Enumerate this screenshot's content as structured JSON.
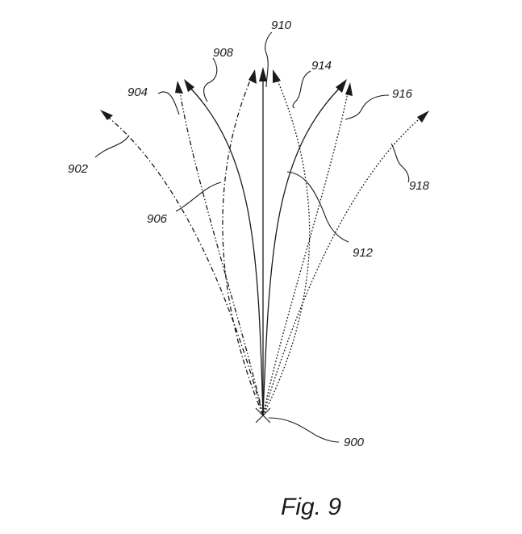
{
  "figure": {
    "caption": "Fig. 9",
    "origin": {
      "label": "900"
    },
    "paths": [
      {
        "label": "902",
        "style": "dash-dot"
      },
      {
        "label": "904",
        "style": "dash-dot-dot"
      },
      {
        "label": "906",
        "style": "dash-dot"
      },
      {
        "label": "908",
        "style": "solid"
      },
      {
        "label": "910",
        "style": "solid"
      },
      {
        "label": "912",
        "style": "solid"
      },
      {
        "label": "914",
        "style": "dotted"
      },
      {
        "label": "916",
        "style": "dotted"
      },
      {
        "label": "918",
        "style": "dotted"
      }
    ]
  }
}
